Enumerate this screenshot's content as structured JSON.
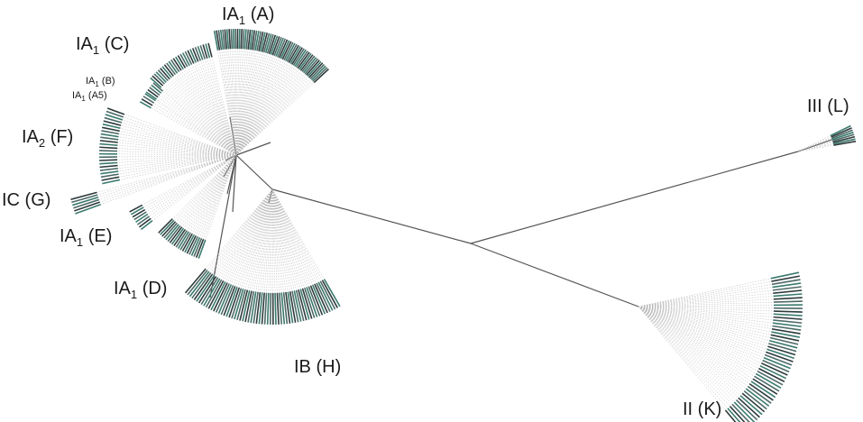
{
  "clades": [
    {
      "id": "A",
      "main": "IA",
      "sub": "1",
      "suffix": " (A)"
    },
    {
      "id": "C",
      "main": "IA",
      "sub": "1",
      "suffix": " (C)"
    },
    {
      "id": "B",
      "main": "IA",
      "sub": "1",
      "suffix": " (B)"
    },
    {
      "id": "A5",
      "main": "IA",
      "sub": "1",
      "suffix": " (A5)"
    },
    {
      "id": "F",
      "main": "IA",
      "sub": "2",
      "suffix": " (F)"
    },
    {
      "id": "G",
      "main": "IC",
      "sub": "",
      "suffix": " (G)"
    },
    {
      "id": "E",
      "main": "IA",
      "sub": "1",
      "suffix": " (E)"
    },
    {
      "id": "D",
      "main": "IA",
      "sub": "1",
      "suffix": " (D)"
    },
    {
      "id": "H",
      "main": "IB",
      "sub": "",
      "suffix": " (H)"
    },
    {
      "id": "L",
      "main": "III",
      "sub": "",
      "suffix": " (L)"
    },
    {
      "id": "K",
      "main": "II",
      "sub": "",
      "suffix": " (K)"
    }
  ],
  "colors": {
    "branch": "#555555",
    "leaf_line": "#b5b5b5",
    "leaf_dark": "#2f3b3b",
    "leaf_mid": "#4e6a66",
    "leaf_accent": "#3a7a6e",
    "label": "#1a1a1a"
  }
}
